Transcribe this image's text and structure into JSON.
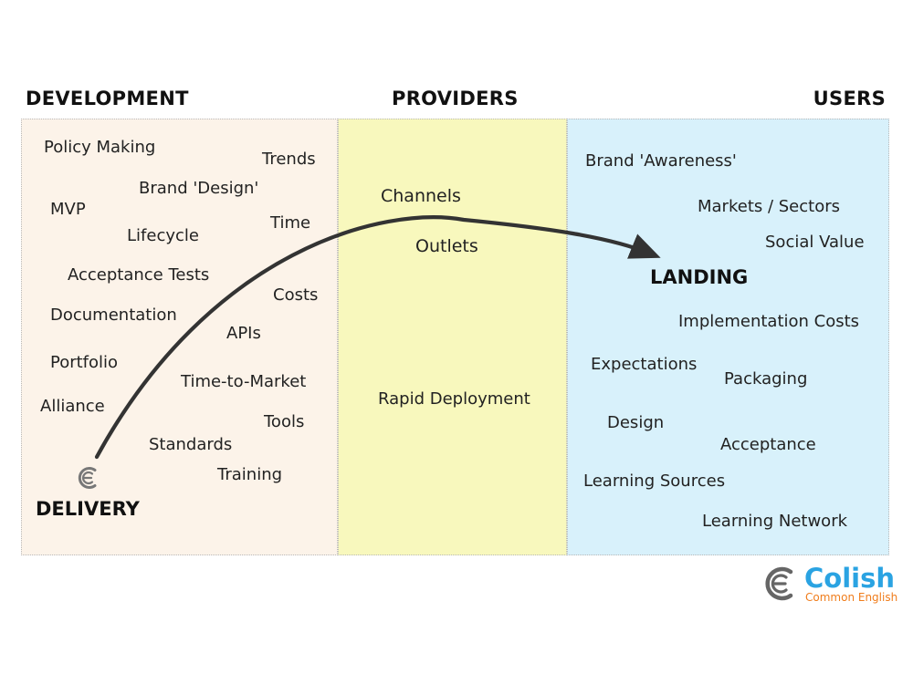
{
  "headings": {
    "development": "DEVELOPMENT",
    "providers": "PROVIDERS",
    "users": "USERS"
  },
  "colors": {
    "development_panel": "#fcf3e9",
    "providers_panel": "#f8f8bd",
    "users_panel": "#d8f1fb",
    "arrow": "#333333",
    "brand_blue": "#2aa3e2",
    "brand_orange": "#f07d1c",
    "logo_grey": "#777777"
  },
  "development_terms": {
    "policy_making": "Policy Making",
    "trends": "Trends",
    "brand_design": "Brand 'Design'",
    "mvp": "MVP",
    "time": "Time",
    "lifecycle": "Lifecycle",
    "acceptance_tests": "Acceptance Tests",
    "costs": "Costs",
    "documentation": "Documentation",
    "apis": "APIs",
    "portfolio": "Portfolio",
    "time_to_market": "Time-to-Market",
    "alliance": "Alliance",
    "tools": "Tools",
    "standards": "Standards",
    "training": "Training"
  },
  "provider_terms": {
    "channels": "Channels",
    "outlets": "Outlets",
    "rapid_deployment": "Rapid Deployment"
  },
  "user_terms": {
    "brand_awareness": "Brand 'Awareness'",
    "markets_sectors": "Markets / Sectors",
    "social_value": "Social Value",
    "implementation_costs": "Implementation Costs",
    "expectations": "Expectations",
    "packaging": "Packaging",
    "design": "Design",
    "acceptance": "Acceptance",
    "learning_sources": "Learning Sources",
    "learning_network": "Learning Network"
  },
  "flow": {
    "start_label": "DELIVERY",
    "end_label": "LANDING"
  },
  "brand": {
    "name": "Colish",
    "tagline": "Common English",
    "logo_icon": "colish-c-logo"
  }
}
